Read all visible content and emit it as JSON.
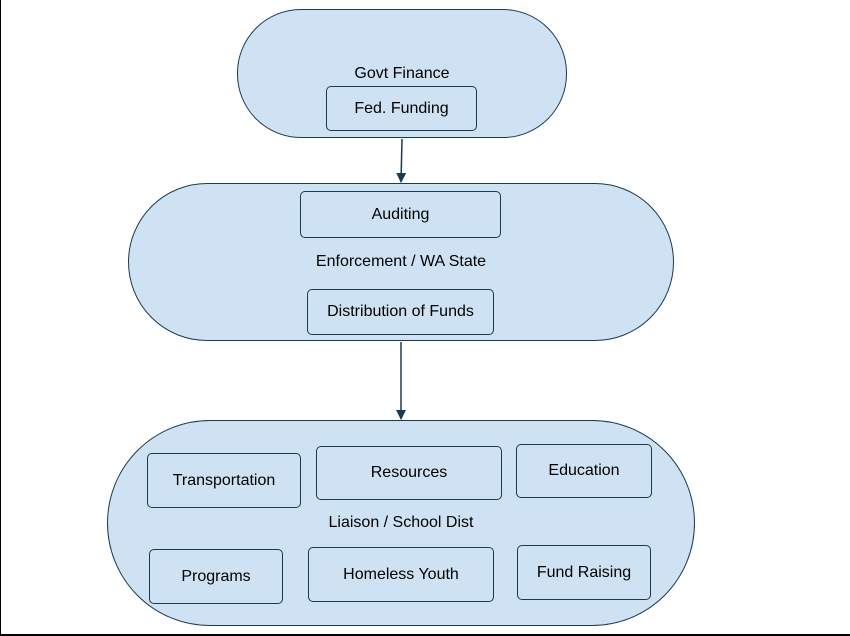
{
  "colors": {
    "fill": "#cfe2f3",
    "stroke": "#1a3a52",
    "text": "#000000"
  },
  "govt": {
    "title": "Govt Finance",
    "fed_funding": "Fed. Funding"
  },
  "state": {
    "title": "Enforcement / WA State",
    "auditing": "Auditing",
    "distribution": "Distribution of Funds"
  },
  "district": {
    "title": "Liaison / School Dist",
    "transportation": "Transportation",
    "resources": "Resources",
    "education": "Education",
    "programs": "Programs",
    "homeless_youth": "Homeless Youth",
    "fund_raising": "Fund Raising"
  }
}
